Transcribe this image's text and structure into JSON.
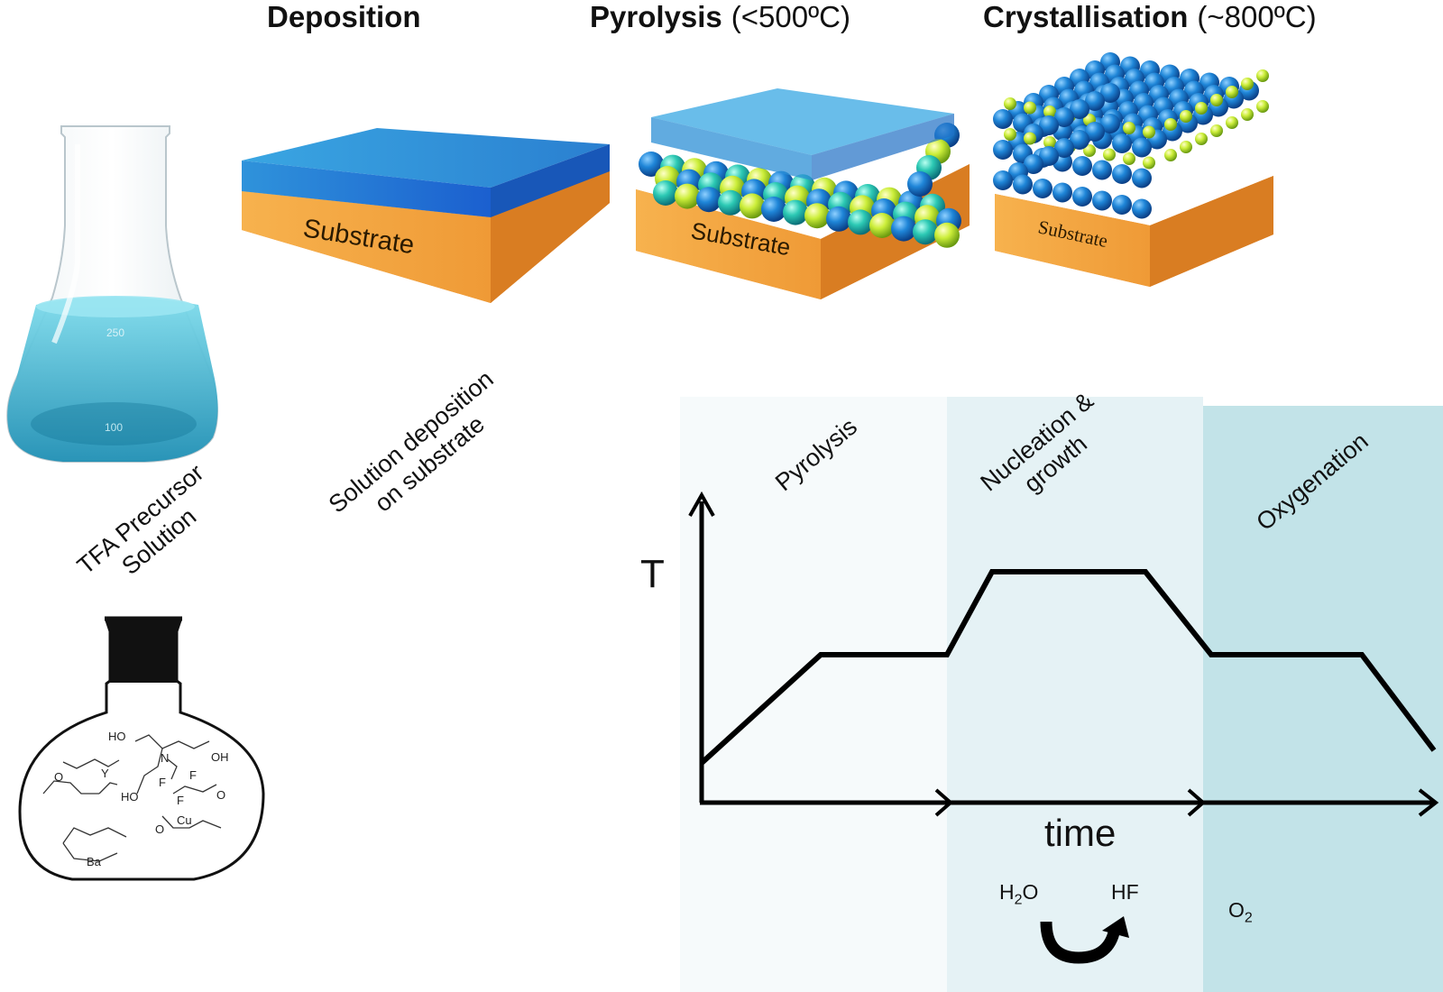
{
  "headings": {
    "deposition": {
      "bold": "Deposition",
      "temp": ""
    },
    "pyrolysis": {
      "bold": "Pyrolysis",
      "temp": "(<500ºC)"
    },
    "crystallisation": {
      "bold": "Crystallisation",
      "temp": "(~800ºC)"
    }
  },
  "labels": {
    "substrate": "Substrate",
    "precursor": [
      "TFA Precursor",
      "Solution"
    ],
    "deposition_note": [
      "Solution deposition",
      "on substrate"
    ],
    "flask_marks": [
      "250",
      "100"
    ]
  },
  "molecule": {
    "atoms": [
      "HO",
      "N",
      "OH",
      "HO",
      "F",
      "F",
      "F",
      "O",
      "O",
      "O",
      "Y",
      "Cu",
      "Ba"
    ]
  },
  "profile": {
    "phases": [
      {
        "name": "Pyrolysis",
        "lines": [
          "Pyrolysis"
        ],
        "color": "#f6fafb"
      },
      {
        "name": "Nucleation & growth",
        "lines": [
          "Nucleation &",
          "growth"
        ],
        "color": "#e5f2f5"
      },
      {
        "name": "Oxygenation",
        "lines": [
          "Oxygenation"
        ],
        "color": "#c2e3e8"
      }
    ],
    "y_axis_label": "T",
    "x_axis_label": "time",
    "reaction": {
      "left": "H",
      "left_sub": "2",
      "left_tail": "O",
      "right": "HF"
    },
    "oxygen": {
      "base": "O",
      "sub": "2"
    }
  },
  "colors": {
    "substrate": "#f3a13e",
    "film": "#2f86cf",
    "sphere_blue": "#1f7fd1",
    "sphere_yellow": "#d8f23a",
    "sphere_teal": "#2fcfb8",
    "liquid": "#4cc6dc"
  }
}
